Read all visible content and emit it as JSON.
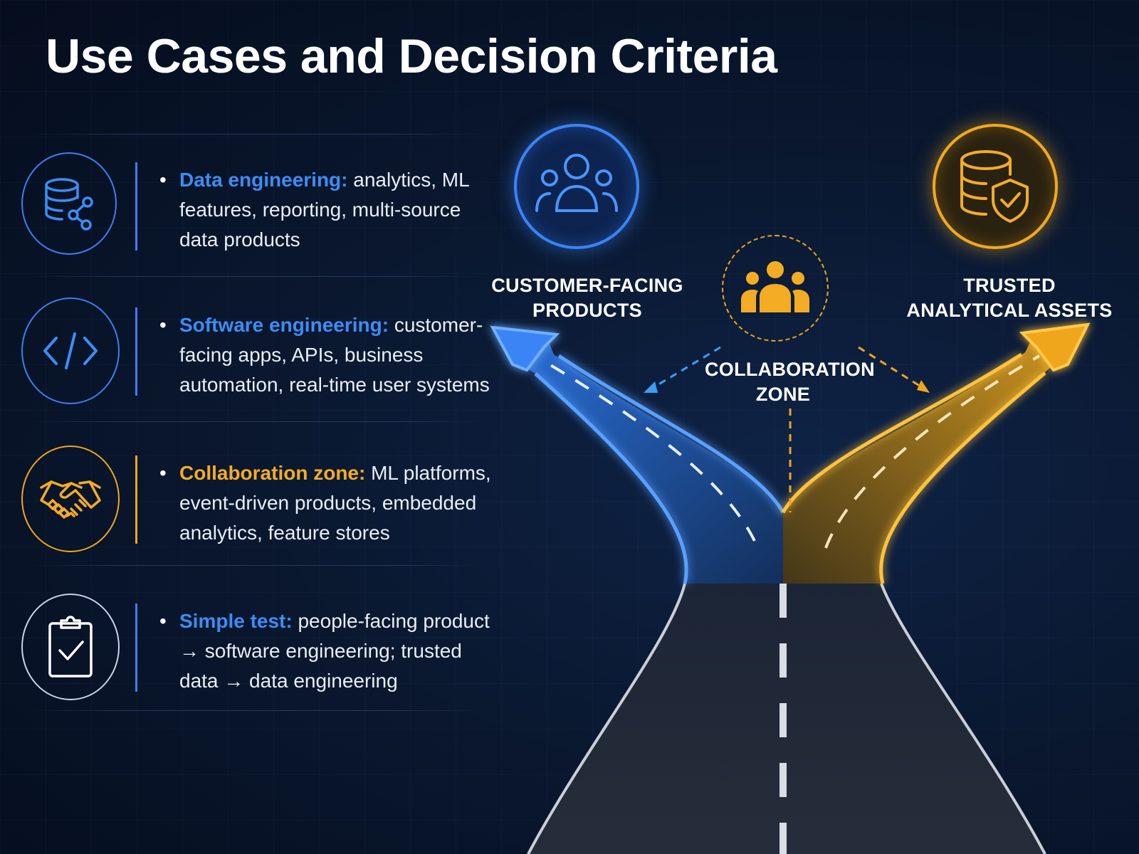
{
  "title": "Use Cases and Decision Criteria",
  "colors": {
    "blue": "#3d8df5",
    "gold": "#f4ac24",
    "background": "#0a1830"
  },
  "rows": [
    {
      "icon": "database-network-icon",
      "heading": "Data engineering:",
      "text": " analytics, ML features, reporting, multi-source data products",
      "accent": "blue"
    },
    {
      "icon": "code-brackets-icon",
      "heading": "Software engineering:",
      "text": " customer-facing apps, APIs, business automation, real-time user systems",
      "accent": "blue"
    },
    {
      "icon": "handshake-icon",
      "heading": "Collaboration zone:",
      "text": " ML platforms, event-driven products, embedded analytics, feature stores",
      "accent": "gold"
    },
    {
      "icon": "clipboard-check-icon",
      "heading": "Simple test:",
      "text": " people-facing product → software engineering; trusted data → data engineering",
      "accent": "blue"
    }
  ],
  "diagram": {
    "left_label_1": "CUSTOMER-FACING",
    "left_label_2": "PRODUCTS",
    "right_label_1": "TRUSTED",
    "right_label_2": "ANALYTICAL ASSETS",
    "center_label_1": "COLLABORATION",
    "center_label_2": "ZONE",
    "left_icon": "people-group-icon",
    "right_icon": "database-shield-icon",
    "center_icon": "team-icon"
  }
}
